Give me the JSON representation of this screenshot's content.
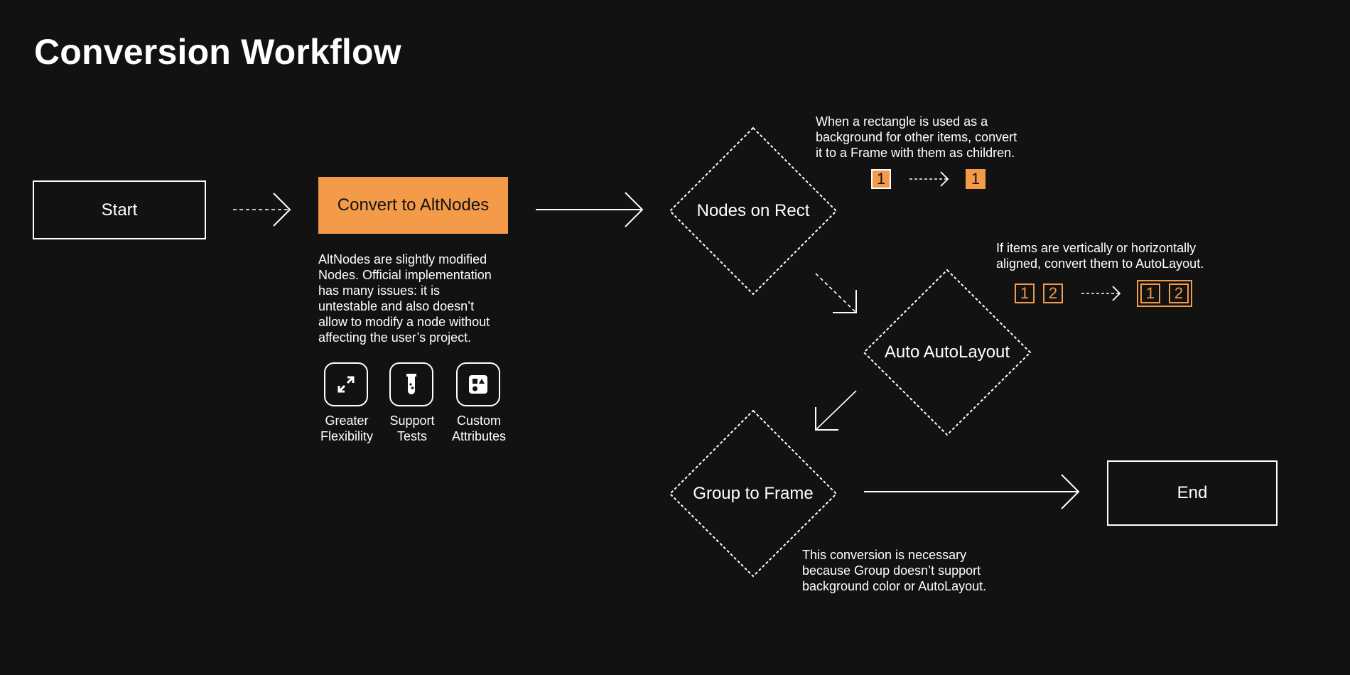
{
  "title": "Conversion Workflow",
  "colors": {
    "background": "#121212",
    "accent": "#f49b4a",
    "foreground": "#ffffff"
  },
  "nodes": {
    "start": "Start",
    "convert": "Convert to AltNodes",
    "nodes_on_rect": "Nodes on Rect",
    "auto_autolayout": "Auto AutoLayout",
    "group_to_frame": "Group to Frame",
    "end": "End"
  },
  "notes": {
    "altnodes": [
      "AltNodes are slightly modified",
      "Nodes. Official implementation",
      "has many issues: it is",
      "untestable and also doesn’t",
      "allow to modify a node without",
      "affecting the user’s project."
    ],
    "rect": [
      "When a rectangle is used as a",
      "background for other items, convert",
      "it to a Frame with them as children."
    ],
    "autolayout": [
      "If items are vertically or horizontally",
      "aligned, convert them to AutoLayout."
    ],
    "group": [
      "This conversion is necessary",
      "because Group doesn’t support",
      "background color or AutoLayout."
    ]
  },
  "features": [
    {
      "icon": "expand-arrows-icon",
      "line1": "Greater",
      "line2": "Flexibility"
    },
    {
      "icon": "test-tube-icon",
      "line1": "Support",
      "line2": "Tests"
    },
    {
      "icon": "shapes-icon",
      "line1": "Custom",
      "line2": "Attributes"
    }
  ],
  "examples": {
    "rect_before": "1",
    "rect_after": "1",
    "layout_items": [
      "1",
      "2"
    ],
    "layout_result": [
      "1",
      "2"
    ]
  }
}
